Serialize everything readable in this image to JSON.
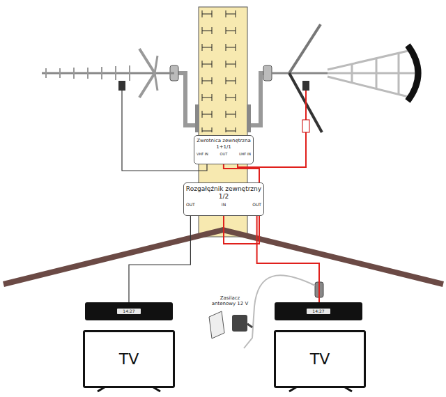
{
  "diagram": {
    "nodes": [
      {
        "text": [
          "Zwrotnica zewnętrzna",
          "1+1/1",
          "VHF IN",
          "OUT",
          "UHF IN"
        ]
      },
      {
        "text": [
          "Rozgałęźnik zewnętrzny",
          "1/2",
          "OUT",
          "IN",
          "OUT"
        ]
      },
      {
        "text": [
          "14:27"
        ]
      },
      {
        "text": [
          "TV"
        ]
      },
      {
        "text": [
          "14:27"
        ]
      },
      {
        "text": [
          "TV"
        ]
      }
    ],
    "edges": [
      {
        "from": 0,
        "to": 1,
        "arrow": "none"
      },
      {
        "from": 1,
        "to": 2,
        "arrow": "none"
      },
      {
        "from": 1,
        "to": 4,
        "arrow": "none"
      }
    ],
    "labels": [
      "Zasilacz antenowy 12 V"
    ]
  }
}
